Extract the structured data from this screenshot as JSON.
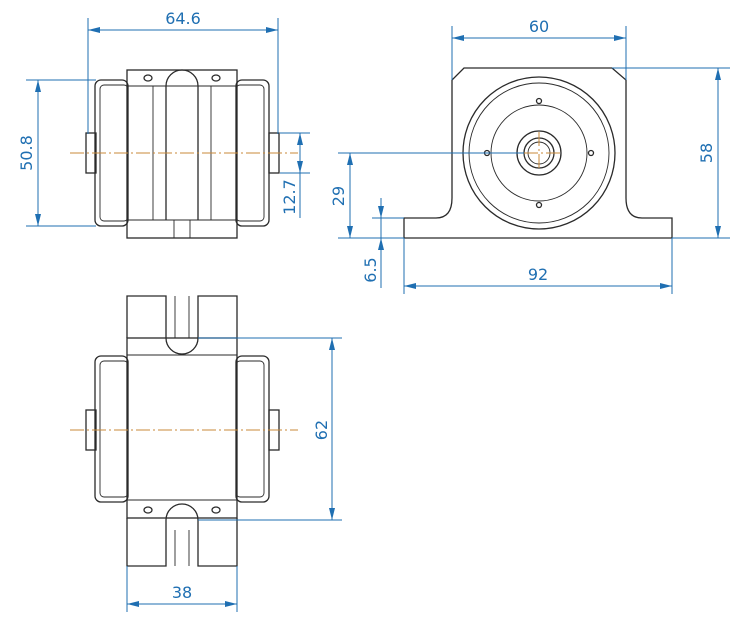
{
  "drawing": {
    "line_color": "#2a2a2a",
    "dimension_color": "#1f6fb2",
    "centerline_color": "#c98a3a",
    "dimensions": {
      "width_side": "64.6",
      "height_side": "50.8",
      "shaft_dia": "12.7",
      "width_front": "60",
      "height_front": "58",
      "center_height": "29",
      "base_thickness": "6.5",
      "base_length": "92",
      "mount_span": "62",
      "body_width": "38"
    }
  }
}
